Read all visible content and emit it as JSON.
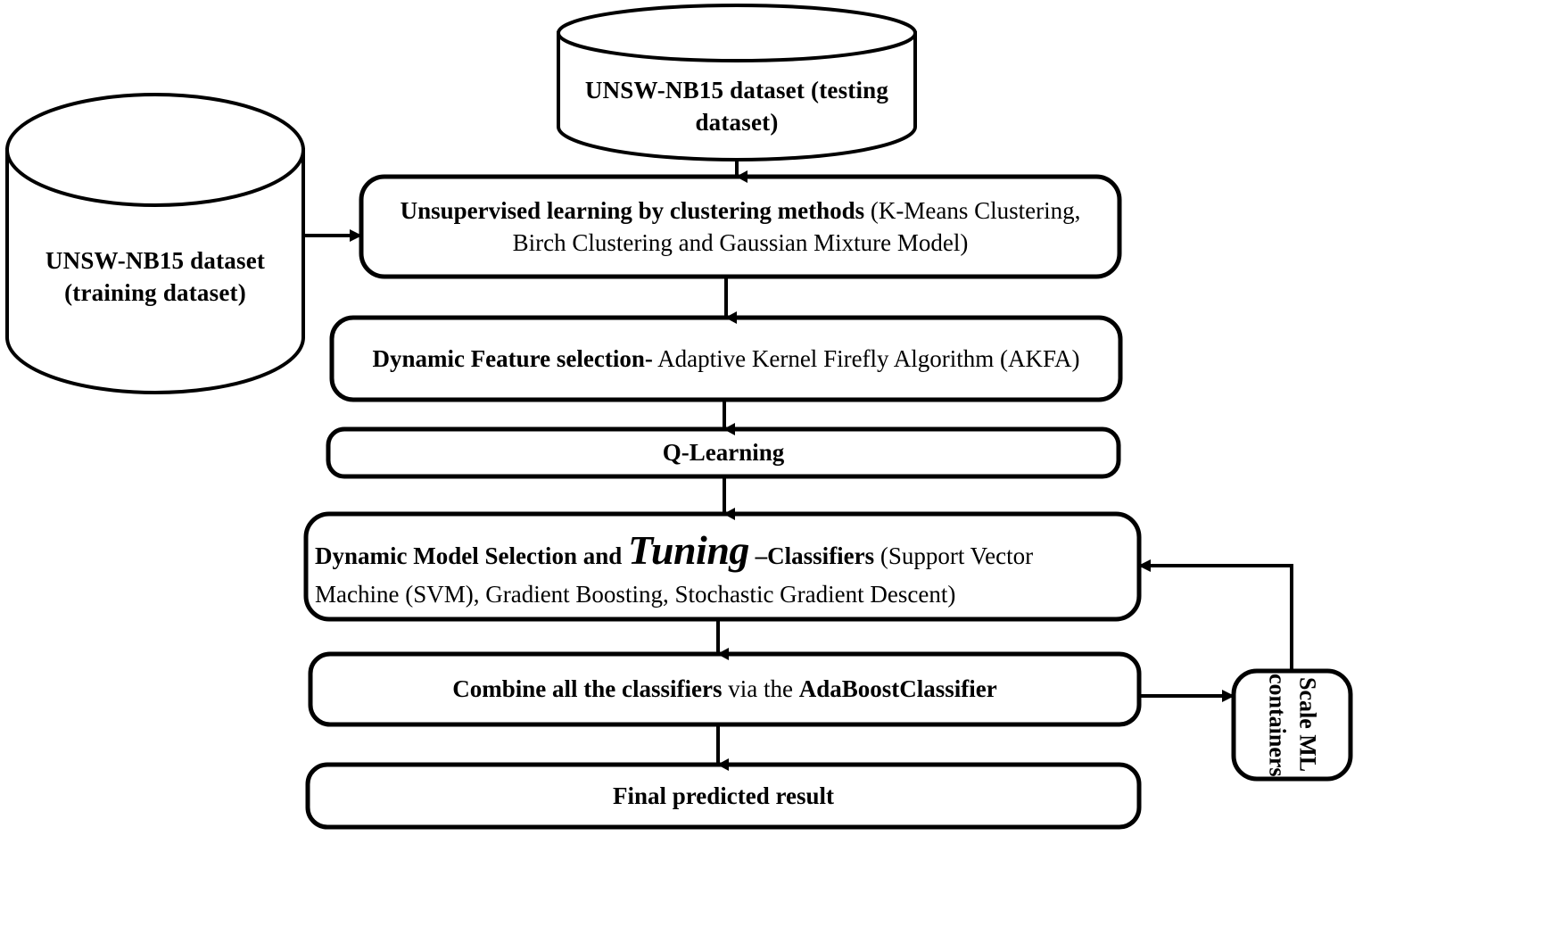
{
  "diagram": {
    "title": "Proposed framework flowchart",
    "background": "#ffffff",
    "stroke_color": "#000000",
    "nodes": {
      "testing_dataset": {
        "shape": "cylinder",
        "line1": "UNSW-NB15 dataset (testing",
        "line2": "dataset)"
      },
      "training_dataset": {
        "shape": "cylinder",
        "line1": "UNSW-NB15 dataset",
        "line2": "(training  dataset)"
      },
      "clustering": {
        "shape": "rounded-rect",
        "bold1": "Unsupervised  learning  by  clustering  methods",
        "normal1": " (K-Means Clustering,",
        "line2": "Birch Clustering  and Gaussian Mixture Model)"
      },
      "feature_selection": {
        "shape": "rounded-rect",
        "bold1": "Dynamic  Feature selection-",
        "normal1": "  Adaptive Kernel Firefly Algorithm (AKFA)"
      },
      "q_learning": {
        "shape": "rounded-rect",
        "label": "Q-Learning"
      },
      "model_selection": {
        "shape": "rounded-rect",
        "bold1": "Dynamic  Model  Selection  and ",
        "emph": "Tuning",
        "bold2": " –Classifiers",
        "normal1": " (Support Vector",
        "line2": "Machine (SVM), Gradient Boosting, Stochastic Gradient Descent)"
      },
      "combine": {
        "shape": "rounded-rect",
        "bold1": "Combine  all  the  classifiers",
        "normal1": " via the ",
        "bold2": "AdaBoostClassifier"
      },
      "final_result": {
        "shape": "rounded-rect",
        "label": "Final  predicted  result"
      },
      "scale_ml": {
        "shape": "rounded-rect-vertical",
        "line1": "Scale ML",
        "line2": "containers"
      }
    },
    "edges": [
      {
        "name": "testing-to-clustering",
        "from": "testing_dataset",
        "to": "clustering",
        "direction": "down"
      },
      {
        "name": "training-to-clustering",
        "from": "training_dataset",
        "to": "clustering",
        "direction": "right"
      },
      {
        "name": "clustering-to-feature-selection",
        "from": "clustering",
        "to": "feature_selection",
        "direction": "down"
      },
      {
        "name": "feature-selection-to-q-learning",
        "from": "feature_selection",
        "to": "q_learning",
        "direction": "down"
      },
      {
        "name": "q-learning-to-model-selection",
        "from": "q_learning",
        "to": "model_selection",
        "direction": "down"
      },
      {
        "name": "model-selection-to-combine",
        "from": "model_selection",
        "to": "combine",
        "direction": "down"
      },
      {
        "name": "combine-to-final-result",
        "from": "combine",
        "to": "final_result",
        "direction": "down"
      },
      {
        "name": "combine-to-scale-ml",
        "from": "combine",
        "to": "scale_ml",
        "direction": "right"
      },
      {
        "name": "scale-ml-to-model-selection",
        "from": "scale_ml",
        "to": "model_selection",
        "direction": "left-up"
      }
    ]
  }
}
